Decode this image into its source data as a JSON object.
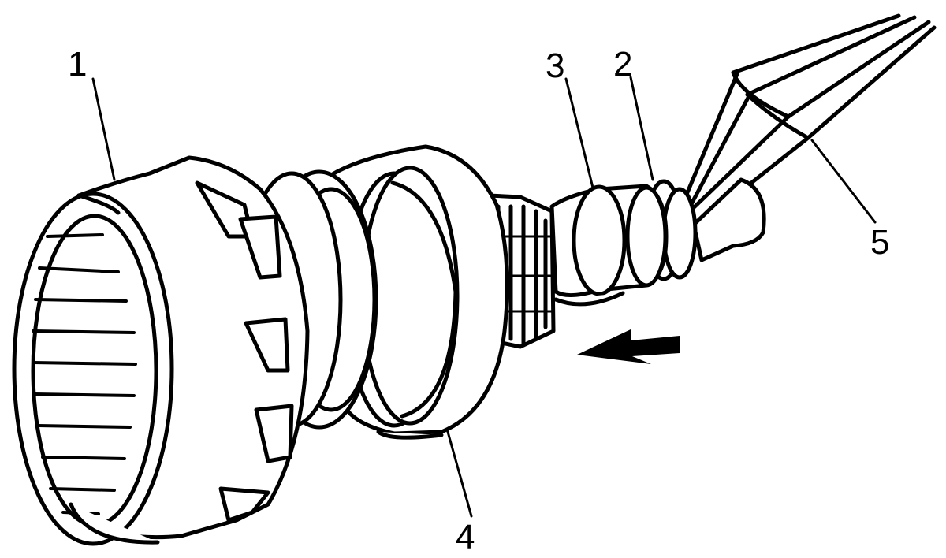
{
  "callouts": [
    {
      "id": "1",
      "label": "1",
      "part": "reaction-internal-gear"
    },
    {
      "id": "2",
      "label": "2",
      "part": "snap-ring"
    },
    {
      "id": "3",
      "label": "3",
      "part": "bushing"
    },
    {
      "id": "4",
      "label": "4",
      "part": "planetary-carrier"
    },
    {
      "id": "5",
      "label": "5",
      "part": "snap-ring-pliers"
    }
  ],
  "colors": {
    "line": "#000000",
    "background": "#ffffff",
    "fill": "#ffffff"
  }
}
